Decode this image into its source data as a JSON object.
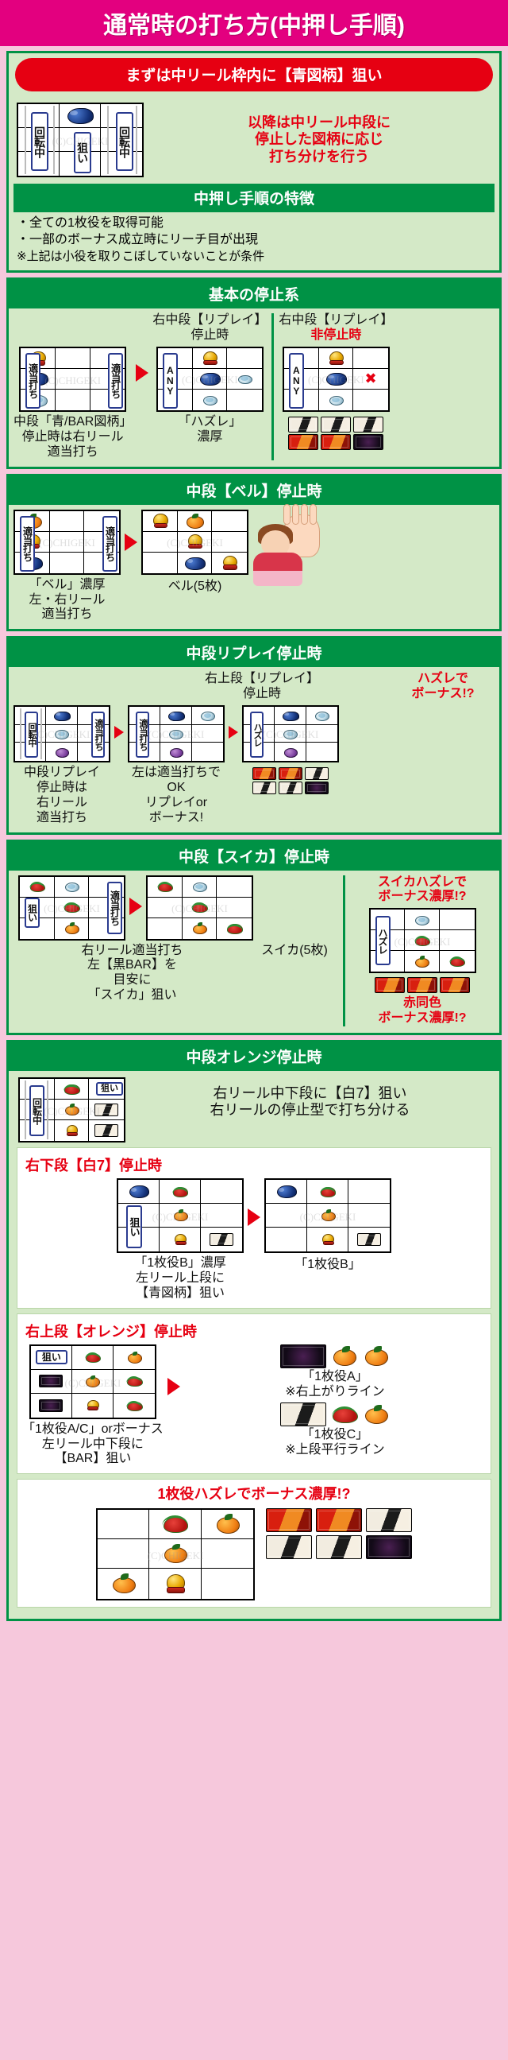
{
  "header": {
    "title": "通常時の打ち方(中押し手順)"
  },
  "intro": {
    "pill": "まずは中リール枠内に【青図柄】狙い",
    "note": "以降は中リール中段に\n停止した図柄に応じ\n打ち分けを行う",
    "note_lines": [
      "以降は中リール中段に",
      "停止した図柄に応じ",
      "打ち分けを行う"
    ],
    "reel_labels": {
      "left": "回転中",
      "center": "狙い",
      "right": "回転中"
    },
    "features_title": "中押し手順の特徴",
    "features": [
      "・全ての1枚役を取得可能",
      "・一部のボーナス成立時にリーチ目が出現",
      "※上記は小役を取りこぼしていないことが条件"
    ]
  },
  "basic": {
    "title": "基本の停止系",
    "left_caption_lines": [
      "中段「青/BAR図柄」",
      "停止時は右リール",
      "適当打ち"
    ],
    "mid_head_lines": [
      "右中段【リプレイ】",
      "停止時"
    ],
    "mid_caption_lines": [
      "「ハズレ」",
      "濃厚"
    ],
    "right_head_line1": "右中段【リプレイ】",
    "right_head_line2": "非停止時",
    "labels": {
      "tekito": "適当打ち",
      "any": "ANY"
    }
  },
  "bell": {
    "title": "中段【ベル】停止時",
    "caption_lines": [
      "「ベル」濃厚",
      "左・右リール",
      "適当打ち"
    ],
    "result": "ベル(5枚)",
    "label_tekito": "適当打ち"
  },
  "replay": {
    "title": "中段リプレイ停止時",
    "head_lines": [
      "右上段【リプレイ】",
      "停止時"
    ],
    "head_red_lines": [
      "ハズレで",
      "ボーナス!?"
    ],
    "caption1_lines": [
      "中段リプレイ",
      "停止時は",
      "右リール",
      "適当打ち"
    ],
    "caption2_lines": [
      "左は適当打ちで",
      "OK",
      "リプレイor",
      "ボーナス!"
    ],
    "labels": {
      "kaiten": "回転中",
      "tekito": "適当打ち",
      "hazure": "ハズレ"
    }
  },
  "watermelon": {
    "title": "中段【スイカ】停止時",
    "caption1_lines": [
      "右リール適当打ち",
      "左【黒BAR】を",
      "目安に",
      "「スイカ」狙い"
    ],
    "result": "スイカ(5枚)",
    "head_red_lines": [
      "スイカハズレで",
      "ボーナス濃厚!?"
    ],
    "foot_red_lines": [
      "赤同色",
      "ボーナス濃厚!?"
    ],
    "labels": {
      "nerai": "狙い",
      "tekito": "適当打ち",
      "hazure": "ハズレ"
    }
  },
  "orange": {
    "title": "中段オレンジ停止時",
    "top_note_lines": [
      "右リール中下段に【白7】狙い",
      "右リールの停止型で打ち分ける"
    ],
    "label_kaiten": "回転中",
    "label_nerai": "狙い",
    "sub_a": {
      "title": "右下段【白7】停止時",
      "caption_lines": [
        "「1枚役B」濃厚",
        "左リール上段に",
        "【青図柄】狙い"
      ],
      "result": "「1枚役B」"
    },
    "sub_b": {
      "title": "右上段【オレンジ】停止時",
      "caption_lines": [
        "「1枚役A/C」orボーナス",
        "左リール中下段に",
        "【BAR】狙い"
      ],
      "result_a_lines": [
        "「1枚役A」",
        "※右上がりライン"
      ],
      "result_c_lines": [
        "「1枚役C」",
        "※上段平行ライン"
      ]
    },
    "sub_c": {
      "title": "1枚役ハズレでボーナス濃厚!?"
    }
  },
  "watermark": "(C)CHIGEKI",
  "colors": {
    "header_bg": "#e3007f",
    "page_bg": "#f6c8dc",
    "section_green": "#009245",
    "section_bg": "#d4e9c7",
    "pill_red": "#e60012",
    "accent_red": "#e60012"
  }
}
